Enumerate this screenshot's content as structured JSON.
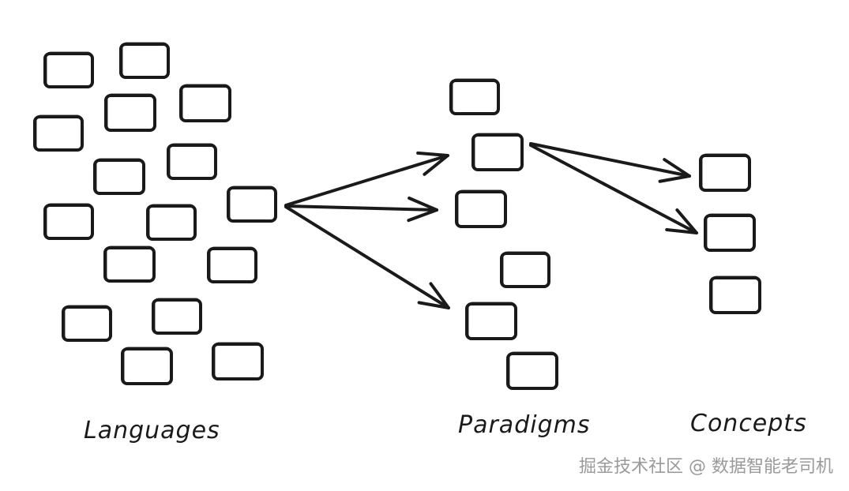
{
  "labels": {
    "languages": "Languages",
    "paradigms": "Paradigms",
    "concepts": "Concepts"
  },
  "watermark": "掘金技术社区 @ 数据智能老司机",
  "colors": {
    "ink": "#1a1a1a",
    "background": "#ffffff",
    "watermark": "#9a9a9a"
  }
}
